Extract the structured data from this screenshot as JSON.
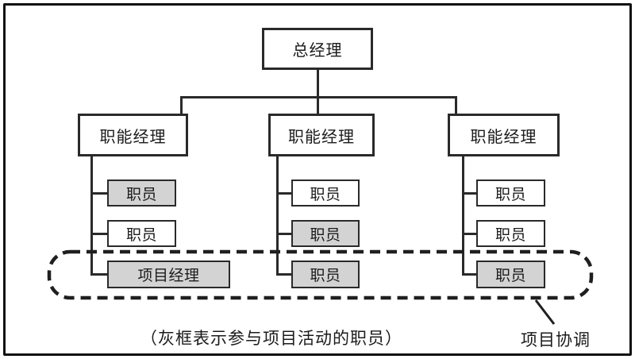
{
  "chart": {
    "type": "org-chart",
    "root": {
      "label": "总经理"
    },
    "managers": [
      {
        "label": "职能经理"
      },
      {
        "label": "职能经理"
      },
      {
        "label": "职能经理"
      }
    ],
    "columns": [
      {
        "staff": [
          {
            "label": "职员",
            "gray": true
          },
          {
            "label": "职员",
            "gray": false
          },
          {
            "label": "项目经理",
            "gray": true
          }
        ]
      },
      {
        "staff": [
          {
            "label": "职员",
            "gray": false
          },
          {
            "label": "职员",
            "gray": true
          },
          {
            "label": "职员",
            "gray": true
          }
        ]
      },
      {
        "staff": [
          {
            "label": "职员",
            "gray": false
          },
          {
            "label": "职员",
            "gray": false
          },
          {
            "label": "职员",
            "gray": true
          }
        ]
      }
    ],
    "annotation": {
      "callout_label": "项目协调",
      "caption": "（灰框表示参与项目活动的职员）"
    },
    "colors": {
      "gray_fill": "#d3d3d3",
      "line": "#2a2a2a",
      "background": "#ffffff"
    }
  }
}
